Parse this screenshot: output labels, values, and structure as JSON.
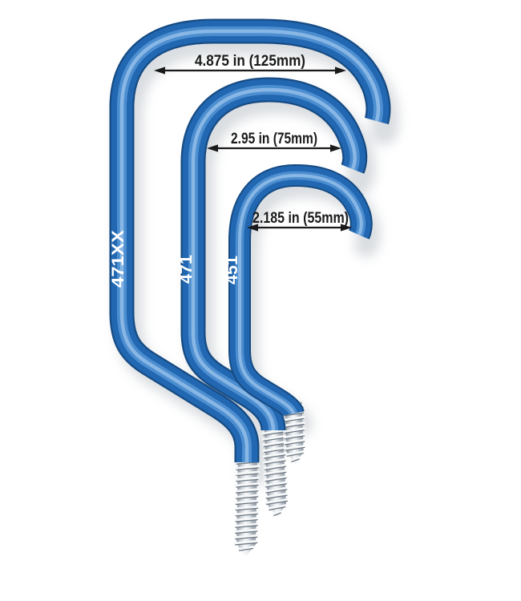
{
  "product": {
    "items": [
      {
        "model": "471XX",
        "hook_inner_diameter": "4.875 in (125mm)"
      },
      {
        "model": "471",
        "hook_inner_diameter": "2.95 in (75mm)"
      },
      {
        "model": "451",
        "hook_inner_diameter": "2.185 in (55mm)"
      }
    ]
  },
  "colors": {
    "background": "#f4f5f7",
    "tube_outline": "#164b83",
    "tube_main": "#2267b1",
    "tube_highlight": "#4f90d2",
    "tube_gloss": "#9dc4ec",
    "annotation_text": "#1a1a1a",
    "arrow": "#1a1a1a",
    "model_text": "#ffffff",
    "screw_thread_light": "#f6f8f9",
    "screw_thread_dark": "#6f7882"
  }
}
